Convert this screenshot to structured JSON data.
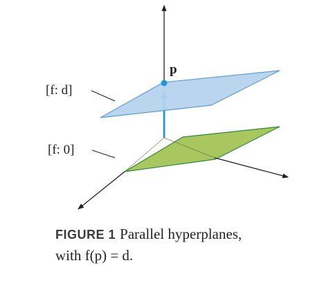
{
  "diagram": {
    "point_label": "p",
    "plane_d_label": "[f: d]",
    "plane_0_label": "[f: 0]",
    "colors": {
      "plane_d_fill": "#b4d2ee",
      "plane_d_stroke": "#5b9bd5",
      "plane_0_fill": "#a8c75f",
      "plane_0_stroke": "#2e8b3a",
      "vector": "#1f9ad6",
      "axis": "#231f20"
    }
  },
  "caption": {
    "label": "FIGURE 1",
    "line1": "Parallel hyperplanes,",
    "line2": "with f(p) = d."
  }
}
